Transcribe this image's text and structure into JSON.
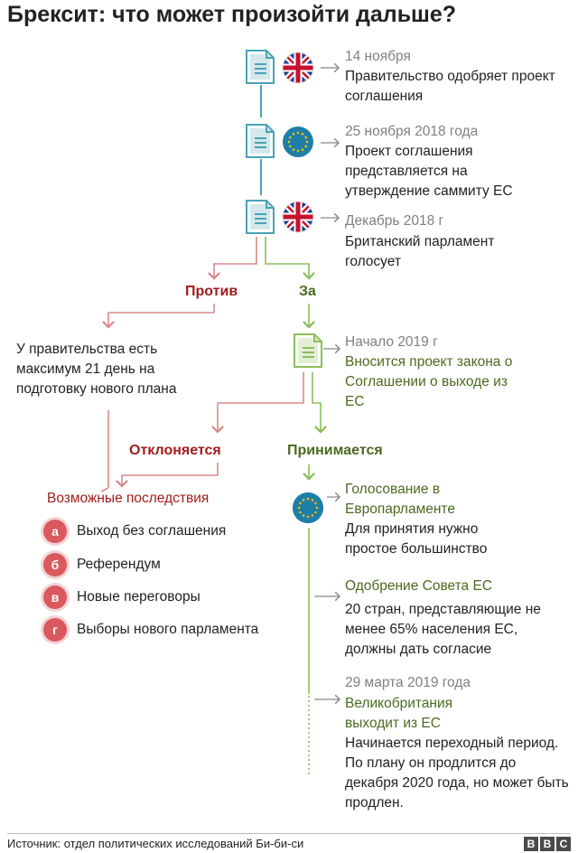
{
  "title": "Брексит: что может произойти дальше?",
  "colors": {
    "doc_blue": "#4aa3b5",
    "doc_green": "#8cbf58",
    "against_red": "#a11c1c",
    "connector_red": "#d98a8a",
    "for_green": "#4a6a1e",
    "connector_green": "#8cbf58",
    "badge_red": "#d9595e",
    "eu_blue": "#1e7ea8",
    "eu_star": "#f6c400"
  },
  "steps": [
    {
      "date": "14 ноября",
      "text": "Правительство одобряет проект соглашения",
      "icon": "uk-flag-icon"
    },
    {
      "date": "25 ноября 2018 года",
      "text": "Проект соглашения представляется на утверждение саммиту ЕС",
      "icon": "eu-flag-icon"
    },
    {
      "date": "Декабрь 2018 г",
      "text": "Британский парламент голосует",
      "icon": "uk-flag-icon"
    }
  ],
  "branch_against": "Против",
  "branch_for": "За",
  "against_text": "У правительства есть максимум 21 день на подготовку нового плана",
  "step_2019": {
    "date": "Начало 2019 г",
    "text": "Вносится проект закона о Соглашении о выходе из ЕС"
  },
  "branch_rejected": "Отклоняется",
  "branch_accepted": "Принимается",
  "consequences": {
    "title": "Возможные последствия",
    "items": [
      {
        "badge": "а",
        "label": "Выход без соглашения"
      },
      {
        "badge": "б",
        "label": "Референдум"
      },
      {
        "badge": "в",
        "label": "Новые переговоры"
      },
      {
        "badge": "г",
        "label": "Выборы нового парламента"
      }
    ]
  },
  "eu_parliament": {
    "title": "Голосование в Европарламенте",
    "text": "Для принятия нужно простое большинство"
  },
  "eu_council": {
    "title": "Одобрение Совета ЕС",
    "text": "20 стран, представляющие не менее 65% населения ЕС, должны дать согласие"
  },
  "final": {
    "date": "29 марта 2019 года",
    "title": "Великобритания выходит из ЕС",
    "text": "Начинается переходный период. По плану он продлится до декабря 2020 года, но может быть продлен."
  },
  "source": "Источник: отдел политических исследований Би-би-си",
  "logo": [
    "B",
    "B",
    "C"
  ]
}
